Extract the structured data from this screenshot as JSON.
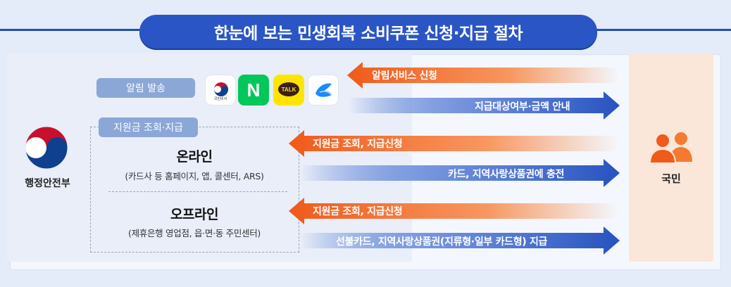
{
  "title": "한눈에 보는 민생회복 소비쿠폰 신청·지급 절차",
  "government": {
    "name": "행정안전부",
    "logo": "korea-government-taegeuk-logo"
  },
  "citizen": {
    "name": "국민",
    "icon": "people-icon"
  },
  "alert_section": {
    "label": "알림 발송",
    "apps": [
      {
        "name": "gov-app-icon",
        "caption": "국민비서"
      },
      {
        "name": "naver-icon",
        "letter": "N"
      },
      {
        "name": "kakaotalk-icon",
        "letter": "TALK"
      },
      {
        "name": "toss-icon"
      }
    ]
  },
  "support_section": {
    "label": "지원금 조회·지급",
    "online": {
      "title": "온라인",
      "subtitle": "(카드사 등 홈페이지, 앱, 콜센터, ARS)"
    },
    "offline": {
      "title": "오프라인",
      "subtitle": "(제휴은행 영업점, 읍·면·동 주민센터)"
    }
  },
  "arrows": [
    {
      "direction": "left",
      "color": "orange",
      "label": "알림서비스 신청"
    },
    {
      "direction": "right",
      "color": "blue",
      "label": "지급대상여부·금액 안내"
    },
    {
      "direction": "left",
      "color": "orange",
      "label": "지원금 조회, 지급신청"
    },
    {
      "direction": "right",
      "color": "blue",
      "label": "카드, 지역사랑상품권에 충전"
    },
    {
      "direction": "left",
      "color": "orange",
      "label": "지원금 조회, 지급신청"
    },
    {
      "direction": "right",
      "color": "blue",
      "label": "선불카드, 지역사랑상품권(지류형·일부 카드형) 지급"
    }
  ],
  "colors": {
    "title_bg": "#2a55c4",
    "orange_arrow": "#f26a24",
    "blue_arrow": "#2f5fc8",
    "citizen_bg": "#fbe6da",
    "gov_bg": "#e9eef9"
  }
}
